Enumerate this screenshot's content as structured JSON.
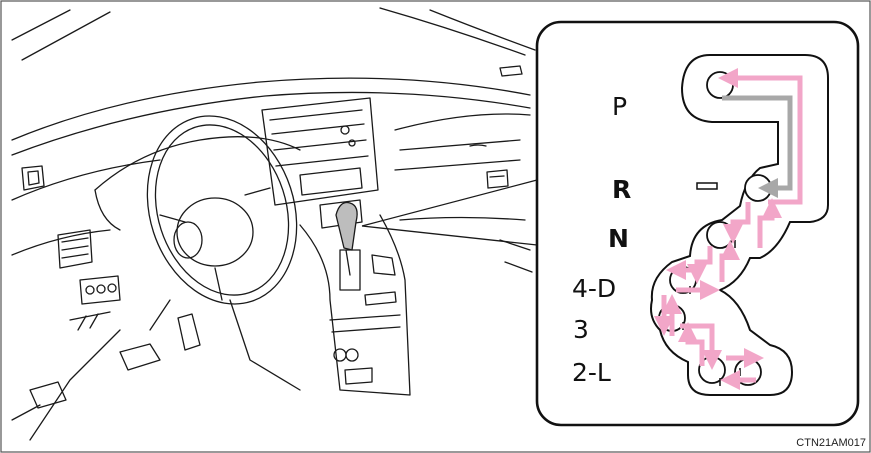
{
  "figure_code": "CTN21AM017",
  "gear_positions": {
    "p": "P",
    "r": "R",
    "n": "N",
    "d": "4-D",
    "three": "3",
    "low": "2-L"
  },
  "colors": {
    "shift_arrow": "#f2a6c8",
    "release_arrow": "#a8a8a8",
    "line": "#1a1a1a"
  }
}
